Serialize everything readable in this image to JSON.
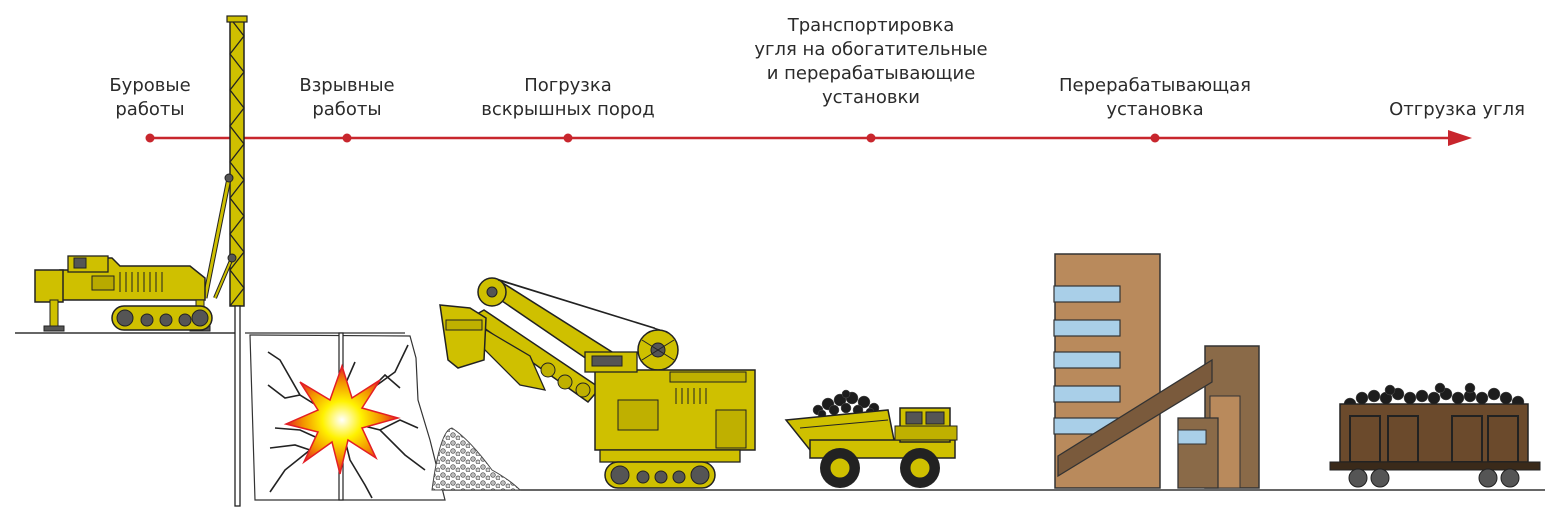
{
  "colors": {
    "timeline": "#c8262d",
    "machine_yellow": "#cfc000",
    "machine_dark": "#222222",
    "building_tan": "#b98a5c",
    "building_brown": "#7a5a3c",
    "window_blue": "#a9cfe8",
    "coal": "#1d1d1d",
    "wagon_brown": "#6b4a2c",
    "flash_red": "#e31e24",
    "flash_orange": "#f39200",
    "flash_yellow": "#fff200"
  },
  "stages": [
    {
      "id": "drilling",
      "label": "Буровые работы",
      "lines": [
        "Буровые",
        "работы"
      ],
      "icon": "drilling-rig-icon"
    },
    {
      "id": "blasting",
      "label": "Взрывные работы",
      "lines": [
        "Взрывные",
        "работы"
      ],
      "icon": "explosion-icon"
    },
    {
      "id": "overburden",
      "label": "Погрузка вскрышных пород",
      "lines": [
        "Погрузка",
        "вскрышных пород"
      ],
      "icon": "excavator-icon"
    },
    {
      "id": "transport",
      "label": "Транспортировка угля на обогатительные и перерабатывающие установки",
      "lines": [
        "Транспортировка",
        "угля на обогатительные",
        "и перерабатывающие",
        "установки"
      ],
      "icon": "dump-truck-icon"
    },
    {
      "id": "processing",
      "label": "Перерабатывающая установка",
      "lines": [
        "Перерабатывающая",
        "установка"
      ],
      "icon": "processing-plant-icon"
    },
    {
      "id": "shipping",
      "label": "Отгрузка угля",
      "lines": [
        "Отгрузка угля"
      ],
      "icon": "coal-wagon-icon"
    }
  ]
}
